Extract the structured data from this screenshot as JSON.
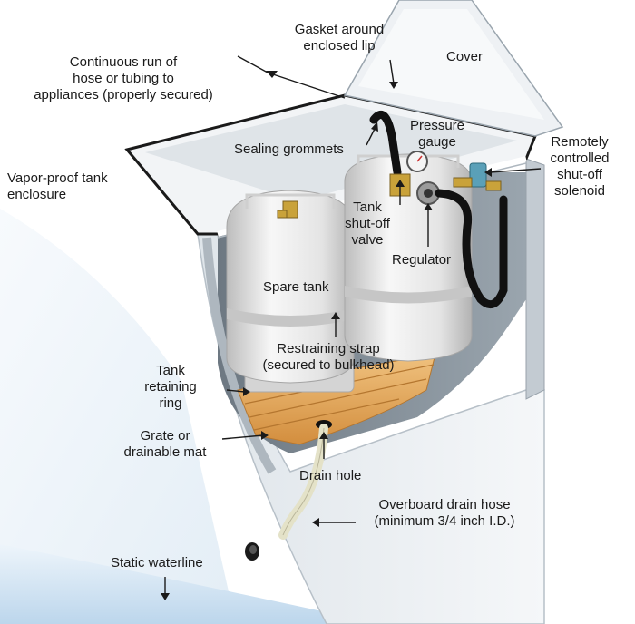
{
  "labels": {
    "gasket": [
      "Gasket around",
      "enclosed lip"
    ],
    "cover": "Cover",
    "continuous_run": [
      "Continuous run of",
      "hose or tubing to",
      "appliances (properly secured)"
    ],
    "sealing_grommets": "Sealing grommets",
    "pressure_gauge": [
      "Pressure",
      "gauge"
    ],
    "shutoff_solenoid": [
      "Remotely",
      "controlled",
      "shut-off",
      "solenoid"
    ],
    "enclosure": [
      "Vapor-proof tank",
      "enclosure"
    ],
    "tank_valve": [
      "Tank",
      "shut-off",
      "valve"
    ],
    "regulator": "Regulator",
    "spare_tank": "Spare tank",
    "restraining_strap": [
      "Restraining strap",
      "(secured to bulkhead)"
    ],
    "retaining_ring": [
      "Tank",
      "retaining",
      "ring"
    ],
    "grate": [
      "Grate or",
      "drainable mat"
    ],
    "drain_hole": "Drain hole",
    "overboard_hose": [
      "Overboard drain hose",
      "(minimum 3/4 inch I.D.)"
    ],
    "waterline": "Static waterline"
  },
  "colors": {
    "water": "#cfe3f2",
    "hull": "#e9edf1",
    "enclosure_interior": "#7f8b96",
    "tank": "#ececec",
    "wood": "#e2a85f",
    "hose": "#111111",
    "solenoid": "#5aa0b8",
    "valve": "#c9a23a"
  }
}
